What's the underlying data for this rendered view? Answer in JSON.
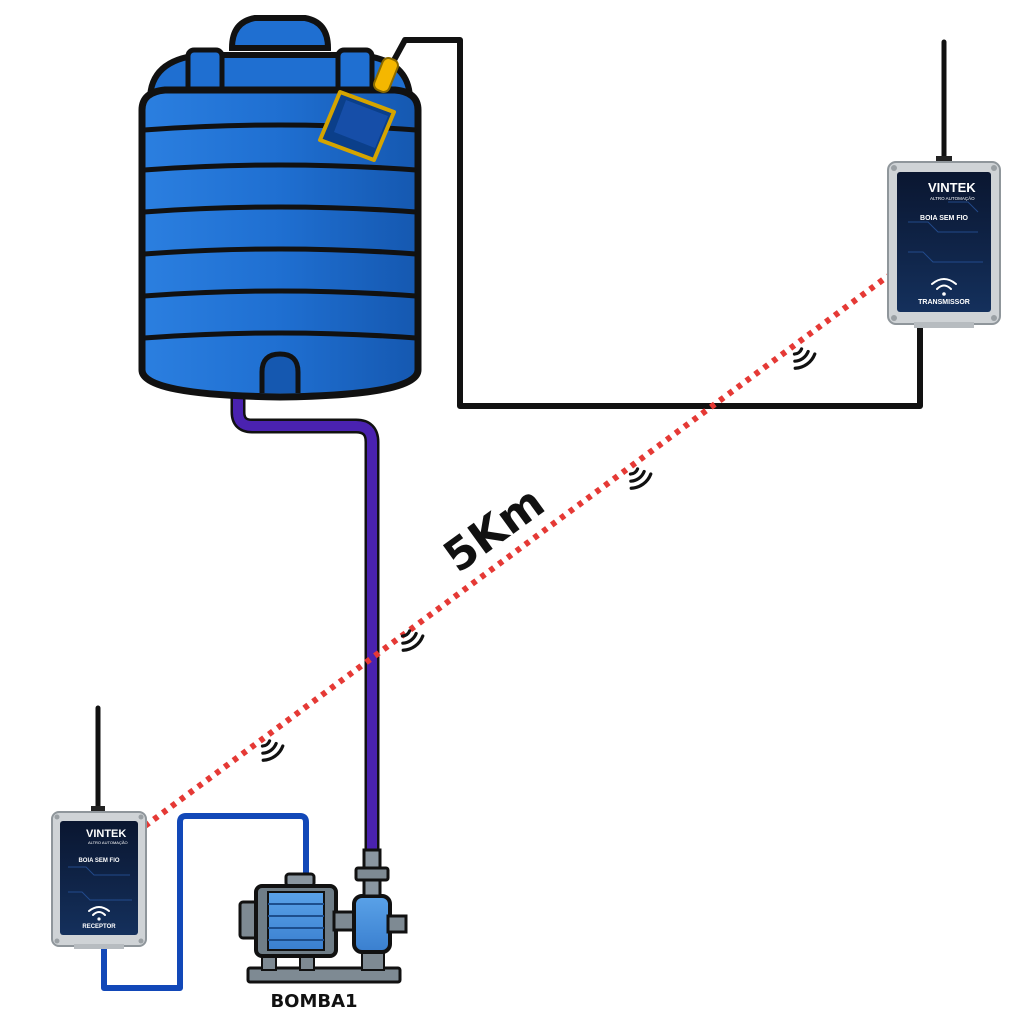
{
  "diagram": {
    "distance_label": "5Km",
    "pump_label": "BOMBA1"
  },
  "transmitter": {
    "brand": "VINTEK",
    "brand_sub": "ALTRO AUTOMAÇÃO",
    "product": "BOIA SEM FIO",
    "role": "TRANSMISSOR"
  },
  "receiver": {
    "brand": "VINTEK",
    "brand_sub": "ALTRO AUTOMAÇÃO",
    "product": "BOIA SEM FIO",
    "role": "RECEPTOR"
  },
  "colors": {
    "tank_blue": "#1f6fd1",
    "tank_dark": "#0b3f8a",
    "pipe_purple": "#4a22b0",
    "cable_blue": "#1248b8",
    "signal_red": "#e53935",
    "float_yellow": "#f5b700",
    "device_gray": "#cfd3d6",
    "device_panel": "#0f1f3d"
  },
  "icons": [
    "float-switch-icon",
    "antenna-icon",
    "wifi-icon",
    "signal-wave-icon",
    "pump-icon"
  ]
}
